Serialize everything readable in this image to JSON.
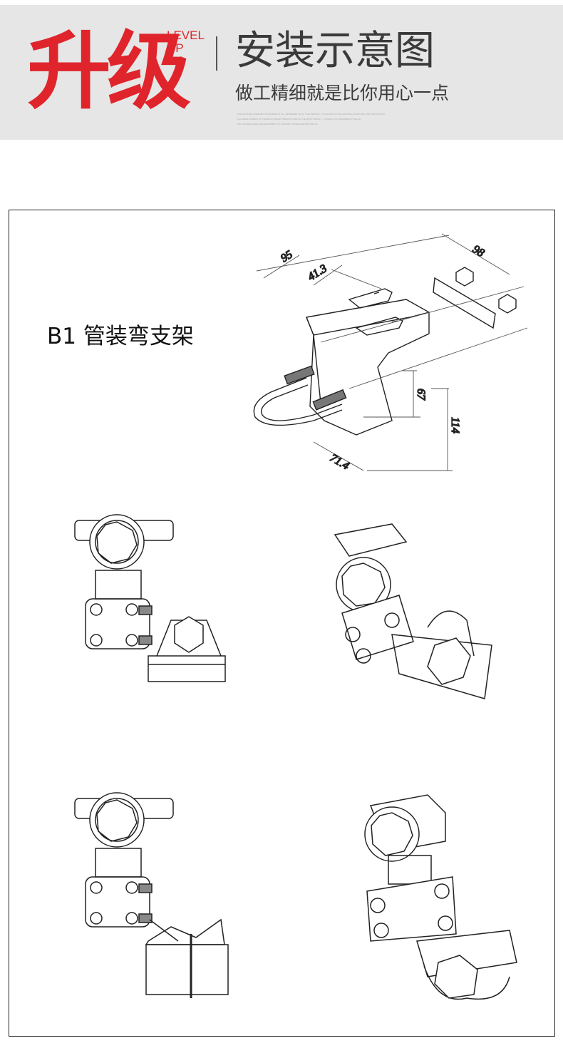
{
  "header": {
    "brand_cn": "升级",
    "brand_en_line1": "LEVEL",
    "brand_en_line2": "UP",
    "title": "安装示意图",
    "subtitle": "做工精细就是比你用心一点",
    "fine_print": [
      "FOSHAN PUBLIC SENSING INSTRUMENTS CO., REFERRED TO AS \"THE SENSOR\", IS LOCATED IN THE NATIONAL ECONOMIC AND TECHNOLOGI",
      "ICAL DEVELOPMENT OF THE MOST RECENT BRANDS ONE OF THE MOST RAPIDLY · FOSHAN, IS A PROMISED IN THE EA",
      "THE TECHNOLOGICAL DEVELOPMENT OF THE MOST FOSHAN BRAND ONE OF"
    ]
  },
  "product_label": "B1 管装弯支架",
  "dimensions": {
    "d95": "95",
    "d98": "98",
    "d41_3": "41.3",
    "d67": "67",
    "d114": "114",
    "d71_4": "71.4"
  },
  "colors": {
    "brand_red": "#e0242b",
    "header_bg": "#e6e6e6",
    "text_dark": "#3a3a3a",
    "line": "#222222"
  }
}
